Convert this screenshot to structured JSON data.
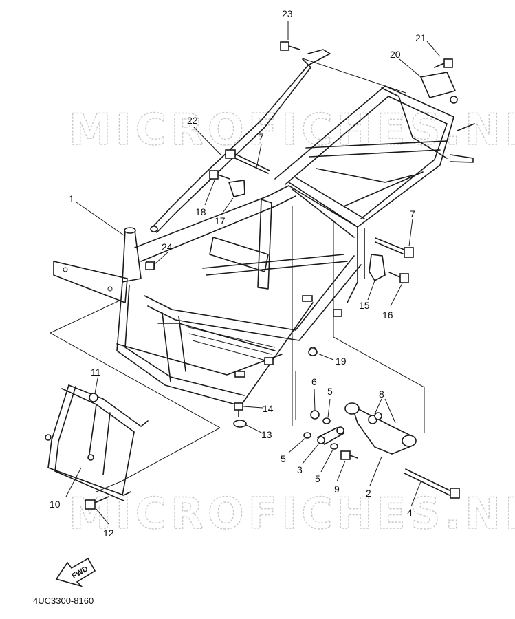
{
  "watermark": {
    "top": "MICROFICHES.NET",
    "bottom": "MICROFICHES.NET"
  },
  "diagram": {
    "drawing_code": "4UC3300-8160",
    "direction_marker": "FWD",
    "callouts": [
      "1",
      "2",
      "3",
      "4",
      "5",
      "5",
      "5",
      "6",
      "7",
      "7",
      "8",
      "9",
      "10",
      "11",
      "12",
      "13",
      "14",
      "15",
      "16",
      "17",
      "18",
      "19",
      "20",
      "21",
      "22",
      "23",
      "24"
    ]
  }
}
